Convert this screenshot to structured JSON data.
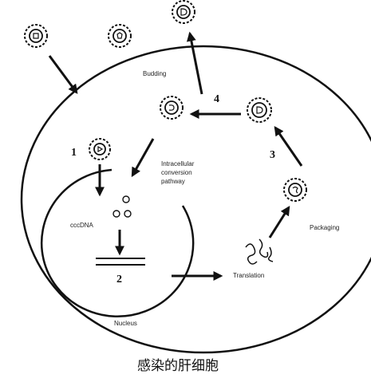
{
  "labels": {
    "budding": "Budding",
    "intracellular_1": "Intracellular",
    "intracellular_2": "conversion",
    "intracellular_3": "pathway",
    "cccdna": "cccDNA",
    "translation": "Translation",
    "packaging": "Packaging",
    "nucleus": "Nucleus"
  },
  "steps": {
    "s1": "1",
    "s2": "2",
    "s3": "3",
    "s4": "4"
  },
  "caption": "感染的肝细胞",
  "colors": {
    "stroke": "#111111",
    "virus_fill": "#ffffff"
  }
}
